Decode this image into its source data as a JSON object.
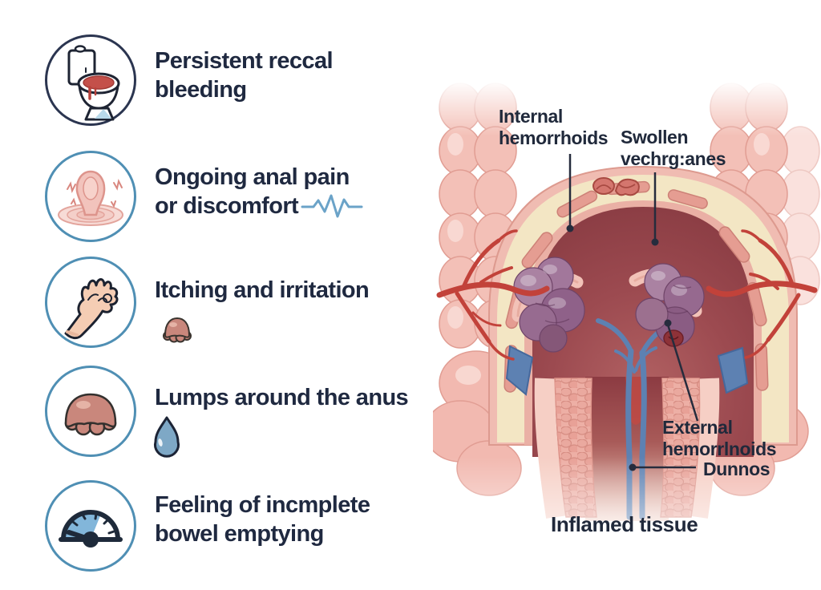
{
  "title": "Hemorrhoid symptoms infographic",
  "colors": {
    "text_navy": "#1f2940",
    "icon_ring_blue": "#4f8fb4",
    "icon_ring_dark": "#2b3550",
    "pulse_blue": "#6ba3c8",
    "artery_red": "#c2423a",
    "vein_blue": "#5d81b2",
    "lump_purple": "#96698f",
    "tissue_pink": "#f3c0b7",
    "wall_cream": "#f3e6c4",
    "interior_maroon": "#8c3b42"
  },
  "symptoms": {
    "items": [
      {
        "icon": "toilet-blood-icon",
        "line1": "Persistent reccal",
        "line2": "bleeding"
      },
      {
        "icon": "swelling-pain-icon",
        "line1": "Ongoing anal pain",
        "line2": "or discomfort"
      },
      {
        "icon": "scratching-hand-icon",
        "line1": "Itching and irritation",
        "line2": ""
      },
      {
        "icon": "lump-icon",
        "line1": "Lumps around the anus",
        "line2": ""
      },
      {
        "icon": "gauge-icon",
        "line1": "Feeling of incmplete",
        "line2": "bowel emptying"
      }
    ]
  },
  "diagram": {
    "labels": {
      "internal": {
        "line1": "Internal",
        "line2": "hemorrhoids"
      },
      "swollen": {
        "line1": "Swollen",
        "line2": "vechrg:anes"
      },
      "external": {
        "line1": "External",
        "line2": "hemorrlnoids",
        "line3": "Dunnos"
      },
      "inflamed": "Inflamed tissue"
    }
  }
}
